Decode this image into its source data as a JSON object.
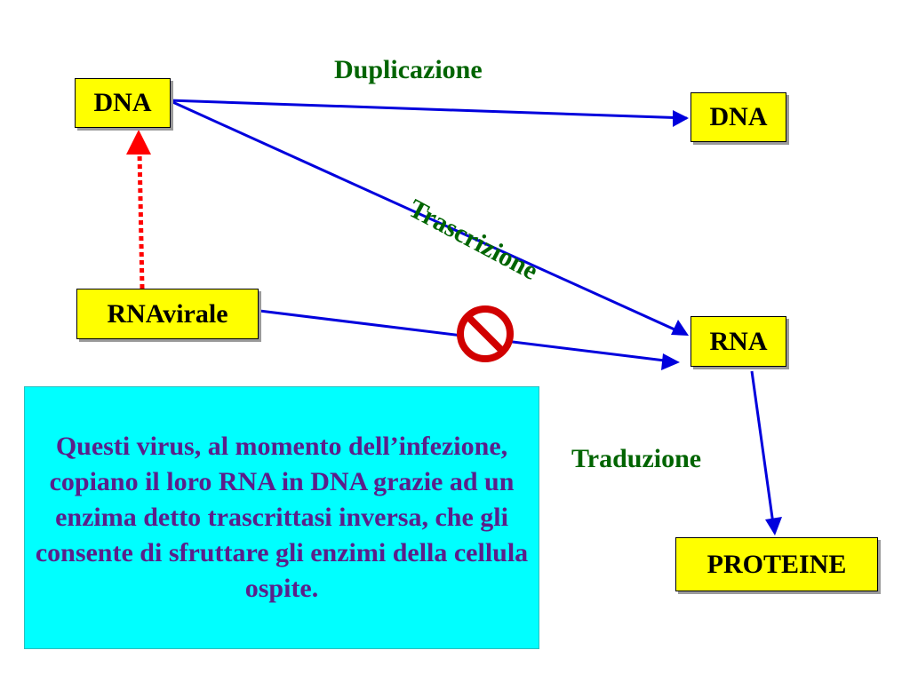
{
  "nodes": {
    "dna_source": "DNA",
    "dna_target": "DNA",
    "rna_virale": "RNAvirale",
    "rna": "RNA",
    "proteine": "PROTEINE"
  },
  "edges": {
    "duplicazione": "Duplicazione",
    "trascrizione": "Trascrizione",
    "traduzione": "Traduzione"
  },
  "note": "Questi virus, al momento dell’infezione, copiano il loro RNA in DNA grazie ad un enzima detto trascrittasi inversa, che gli consente di sfruttare gli enzimi della cellula ospite.",
  "colors": {
    "node_fill": "#ffff00",
    "edge_label": "#006400",
    "arrow_blue": "#0000dd",
    "arrow_red_dotted": "#ff0000",
    "note_fill": "#00ffff",
    "note_text": "#5b1f8a",
    "block_icon": "#d10000"
  },
  "icons": {
    "blocked": "prohibition-icon"
  }
}
